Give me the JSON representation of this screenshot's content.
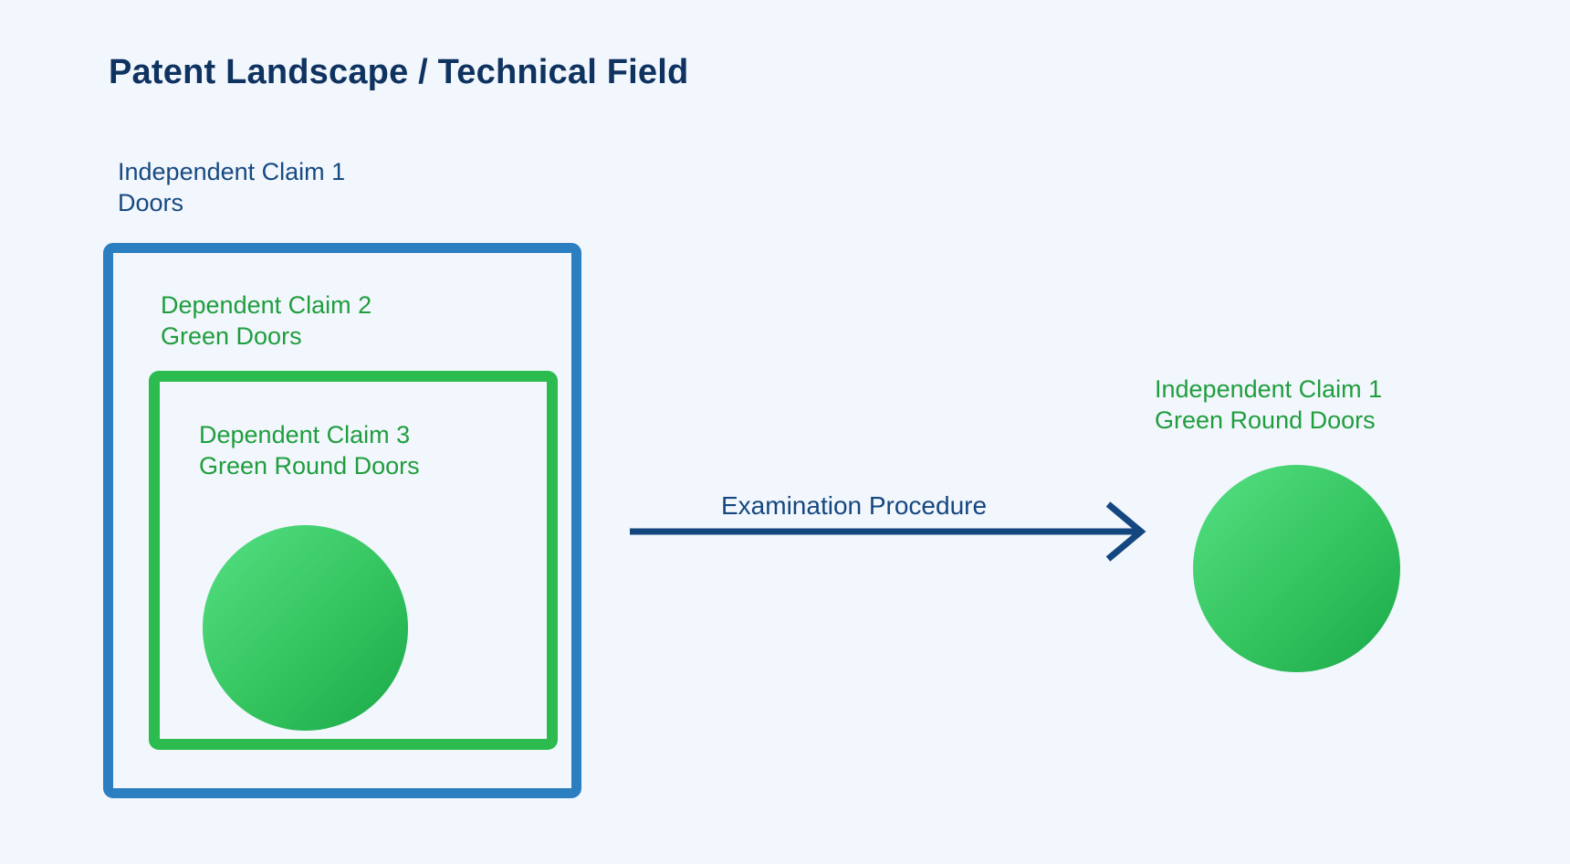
{
  "page": {
    "title": "Patent Landscape / Technical Field",
    "background_color": "#f2f6fd"
  },
  "colors": {
    "navy_text": "#174a80",
    "title_navy": "#0f3360",
    "green_text": "#1f9e3d",
    "blue_border": "#2b7fc0",
    "green_border": "#2bbb4e",
    "circle_gradient_from": "#55e083",
    "circle_gradient_to": "#1ba949",
    "arrow_color": "#14477f"
  },
  "claim1": {
    "line1": "Independent Claim 1",
    "line2": "Doors"
  },
  "claim2": {
    "line1": "Dependent Claim 2",
    "line2": "Green Doors"
  },
  "claim3": {
    "line1": "Dependent Claim 3",
    "line2": "Green Round Doors"
  },
  "arrow": {
    "label": "Examination Procedure",
    "icon": "arrow-right-icon"
  },
  "result": {
    "line1": "Independent Claim 1",
    "line2": "Green Round Doors"
  },
  "shapes": {
    "inner_circle_icon": "green-circle-shape",
    "result_circle_icon": "green-circle-shape"
  }
}
